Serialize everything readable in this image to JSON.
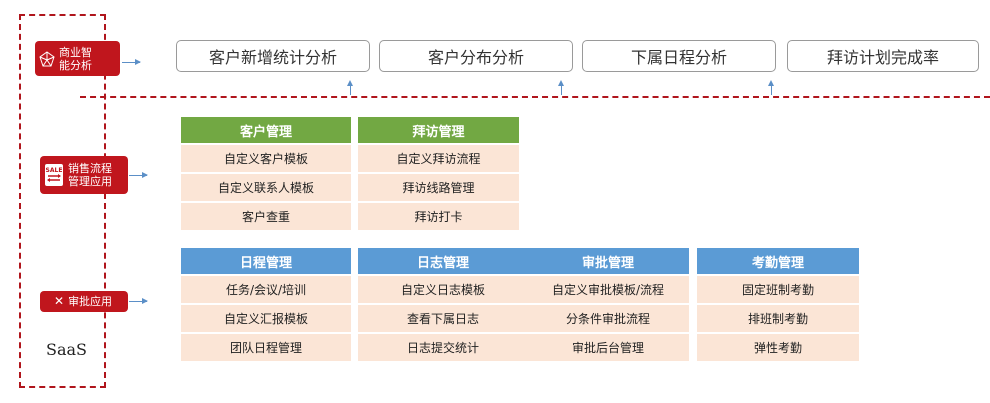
{
  "saas_label": "SaaS",
  "tags": {
    "bi": "商业智\n能分析",
    "sales": "销售流程\n管理应用",
    "approval": "审批应用"
  },
  "bi_items": [
    "客户新增统计分析",
    "客户分布分析",
    "下属日程分析",
    "拜访计划完成率"
  ],
  "sales_modules": [
    {
      "title": "客户管理",
      "items": [
        "自定义客户模板",
        "自定义联系人模板",
        "客户查重"
      ]
    },
    {
      "title": "拜访管理",
      "items": [
        "自定义拜访流程",
        "拜访线路管理",
        "拜访打卡"
      ]
    }
  ],
  "app_modules": [
    {
      "title": "日程管理",
      "items": [
        "任务/会议/培训",
        "自定义汇报模板",
        "团队日程管理"
      ]
    },
    {
      "title": "日志管理",
      "items": [
        "自定义日志模板",
        "查看下属日志",
        "日志提交统计"
      ]
    },
    {
      "title": "审批管理",
      "items": [
        "自定义审批模板/流程",
        "分条件审批流程",
        "审批后台管理"
      ]
    },
    {
      "title": "考勤管理",
      "items": [
        "固定班制考勤",
        "排班制考勤",
        "弹性考勤"
      ]
    }
  ],
  "colors": {
    "red": "#c0161d",
    "green": "#72a843",
    "blue": "#5b9bd5",
    "item_bg": "#fbe5d6"
  }
}
